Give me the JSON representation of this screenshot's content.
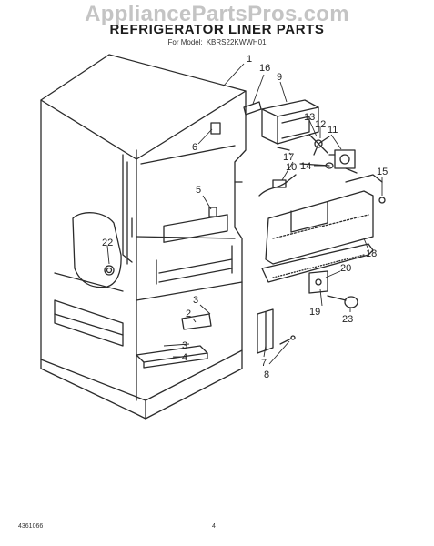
{
  "watermark": "AppliancePartsPros.com",
  "title": "REFRIGERATOR LINER PARTS",
  "model_prefix": "For Model:",
  "model_number": "KBRS22KWWH01",
  "callouts": {
    "c1": "1",
    "c2": "2",
    "c3a": "3",
    "c3b": "3",
    "c4": "4",
    "c5": "5",
    "c6": "6",
    "c7": "7",
    "c8": "8",
    "c9": "9",
    "c10": "10",
    "c11": "11",
    "c12": "12",
    "c13": "13",
    "c14": "14",
    "c15": "15",
    "c16": "16",
    "c17": "17",
    "c18": "18",
    "c19": "19",
    "c20": "20",
    "c22": "22",
    "c23": "23"
  },
  "footer": {
    "doc_number": "4361066",
    "page_number": "4"
  }
}
